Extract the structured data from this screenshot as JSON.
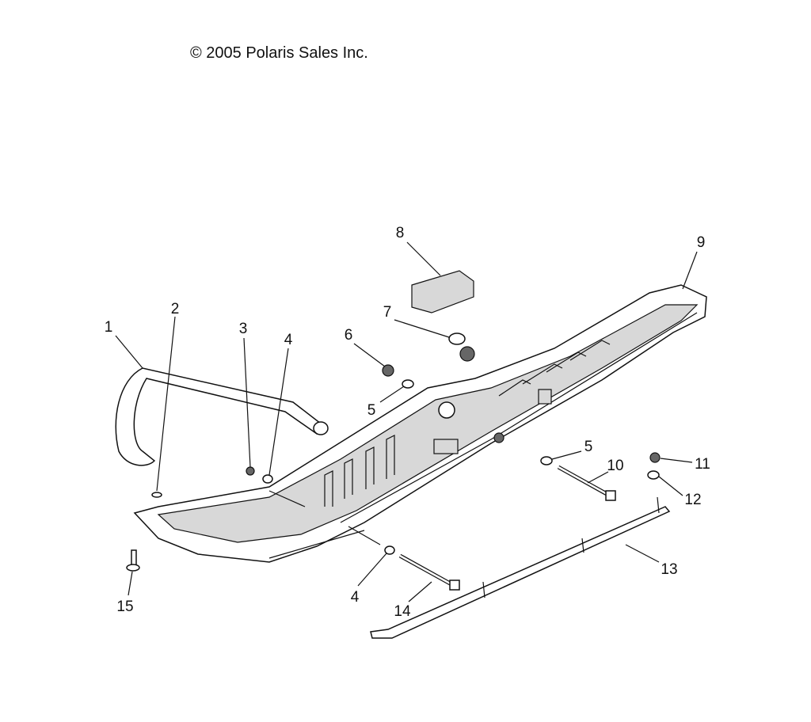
{
  "copyright": "© 2005 Polaris Sales Inc.",
  "callouts": [
    {
      "id": "1",
      "label": "1"
    },
    {
      "id": "2",
      "label": "2"
    },
    {
      "id": "3",
      "label": "3"
    },
    {
      "id": "4a",
      "label": "4"
    },
    {
      "id": "6",
      "label": "6"
    },
    {
      "id": "7",
      "label": "7"
    },
    {
      "id": "5a",
      "label": "5"
    },
    {
      "id": "8",
      "label": "8"
    },
    {
      "id": "9",
      "label": "9"
    },
    {
      "id": "5b",
      "label": "5"
    },
    {
      "id": "10",
      "label": "10"
    },
    {
      "id": "11",
      "label": "11"
    },
    {
      "id": "12",
      "label": "12"
    },
    {
      "id": "13",
      "label": "13"
    },
    {
      "id": "14",
      "label": "14"
    },
    {
      "id": "4b",
      "label": "4"
    },
    {
      "id": "15",
      "label": "15"
    }
  ]
}
